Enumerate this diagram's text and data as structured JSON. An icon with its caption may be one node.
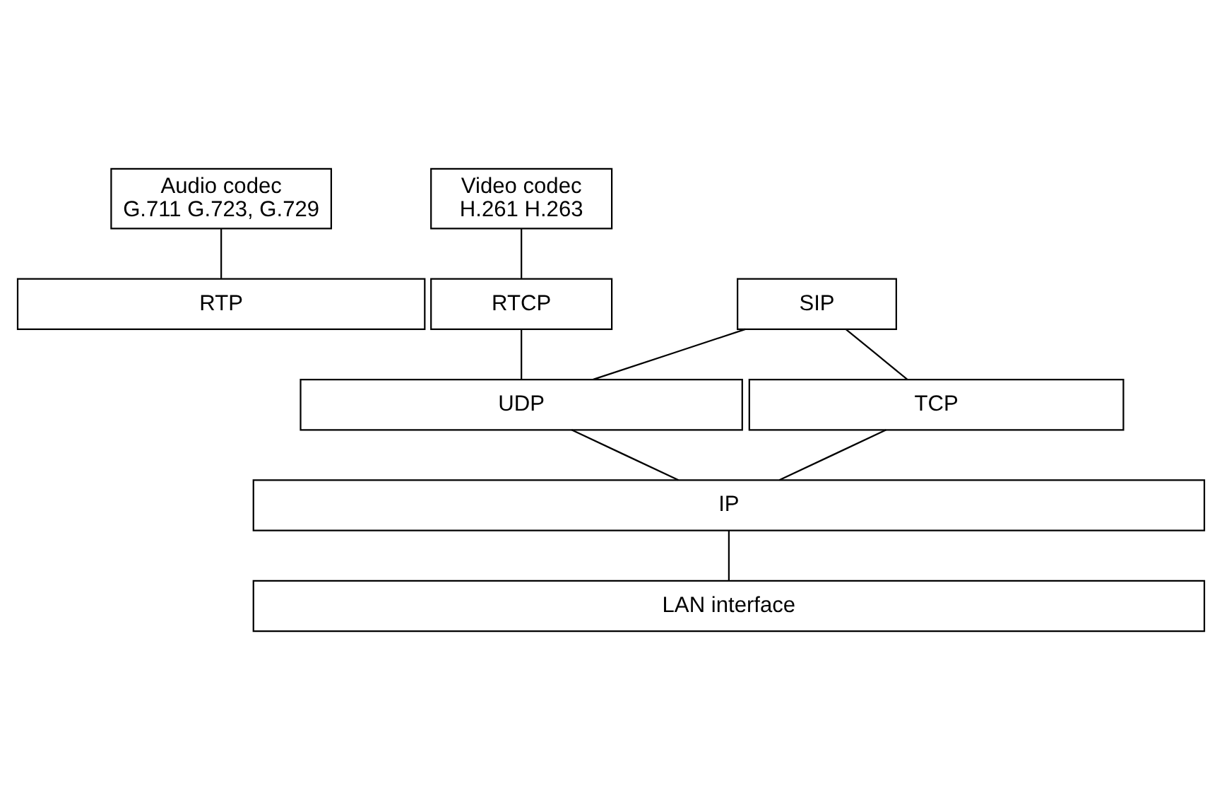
{
  "diagram": {
    "nodes": [
      {
        "text": [
          "Audio codec",
          "G.711 G.723, G.729"
        ]
      },
      {
        "text": [
          "Video codec",
          "H.261 H.263"
        ]
      },
      {
        "text": [
          "SIP"
        ]
      },
      {
        "text": [
          "RTP"
        ]
      },
      {
        "text": [
          "RTCP"
        ]
      },
      {
        "text": [
          "TCP"
        ]
      },
      {
        "text": [
          "UDP"
        ]
      },
      {
        "text": [
          "IP"
        ]
      },
      {
        "text": [
          "LAN interface"
        ]
      }
    ],
    "edges": [
      {
        "from": 0,
        "to": 3,
        "arrow": "none"
      },
      {
        "from": 1,
        "to": 4,
        "arrow": "none"
      },
      {
        "from": 2,
        "to": 5,
        "arrow": "none"
      },
      {
        "from": 2,
        "to": 6,
        "arrow": "none"
      },
      {
        "from": 4,
        "to": 6,
        "arrow": "none"
      },
      {
        "from": 5,
        "to": 7,
        "arrow": "none"
      },
      {
        "from": 6,
        "to": 7,
        "arrow": "none"
      },
      {
        "from": 7,
        "to": 8,
        "arrow": "none"
      }
    ]
  }
}
